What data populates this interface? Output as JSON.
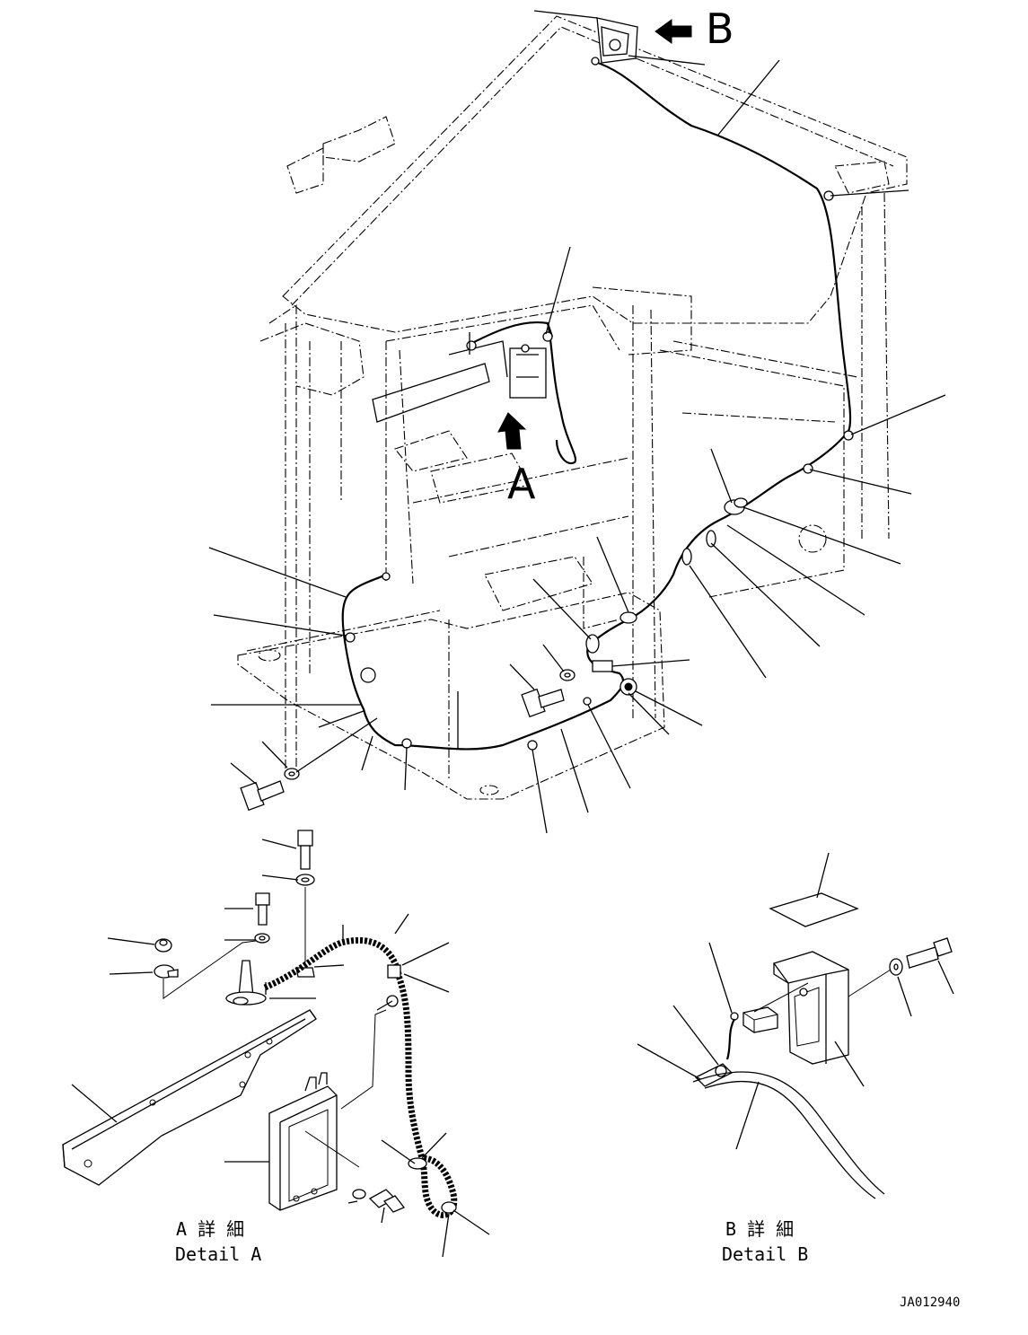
{
  "drawing": {
    "view_arrow_a": "A",
    "view_arrow_b": "B",
    "detail_a_title_jp": "A 詳 細",
    "detail_a_title_en": "Detail A",
    "detail_b_title_jp": "B 詳 細",
    "detail_b_title_en": "Detail B",
    "drawing_number": "JA012940"
  }
}
